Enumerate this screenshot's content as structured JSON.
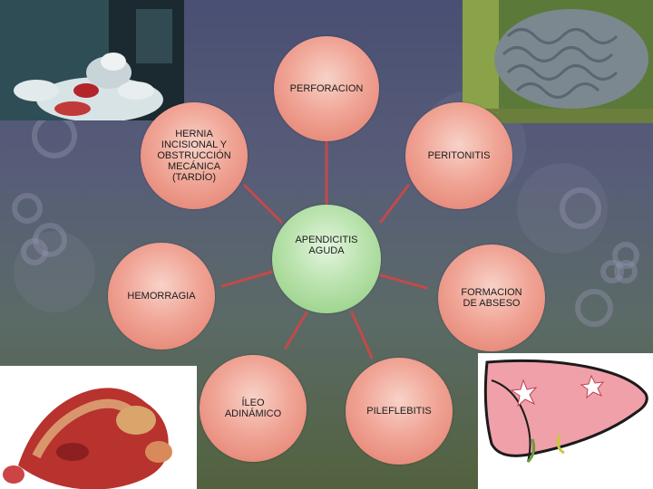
{
  "center_label": "APENDICITIS\nAGUDA",
  "nodes": {
    "perforacion": "PERFORACION",
    "peritonitis": "PERITONITIS",
    "hernia": "HERNIA\nINCISIONAL Y\nOBSTRUCCIÓN\nMECÁNICA\n(TARDÍO)",
    "hemorragia": "HEMORRAGIA",
    "absceso": "FORMACION\nDE ABSESO",
    "ileo": "ÍLEO\nADINÁMICO",
    "pileflebitis": "PILEFLEBITIS"
  },
  "colors": {
    "node_fill": "#f0a596",
    "center_fill": "#b9e2ac",
    "connector": "#c24a4a"
  }
}
